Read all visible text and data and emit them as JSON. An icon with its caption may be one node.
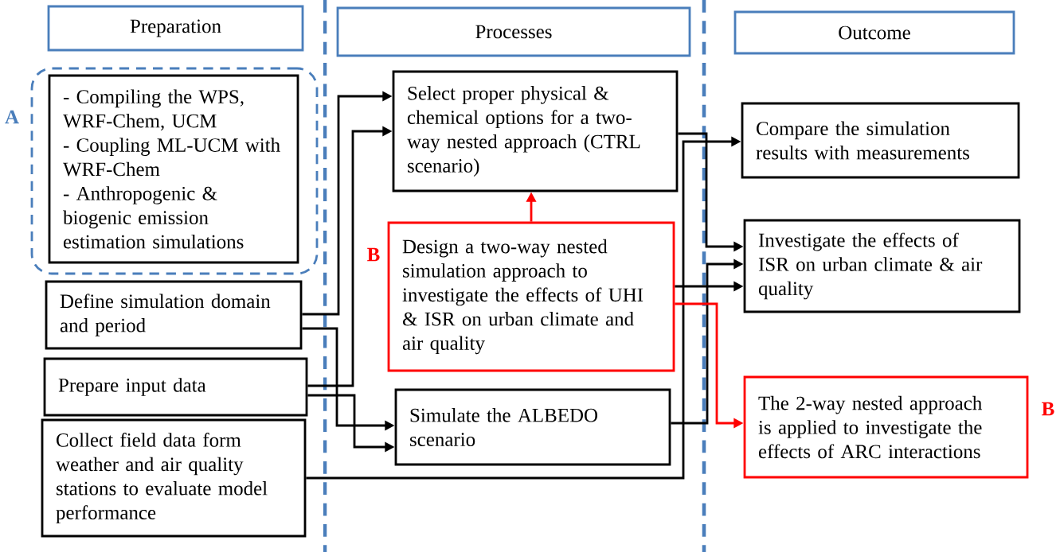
{
  "diagram": {
    "nodes": [
      {
        "text": [
          "Preparation"
        ]
      },
      {
        "text": [
          "Processes"
        ]
      },
      {
        "text": [
          "Outcome"
        ]
      },
      {
        "text": [],
        "shape": "box",
        "beside": [
          "A"
        ]
      },
      {
        "text": [
          "- Compiling the WPS, WRF-Chem, UCM",
          "- Coupling ML-UCM with WRF-Chem",
          "- Anthropogenic & biogenic emission estimation simulations"
        ],
        "in": 3
      },
      {
        "text": [
          "Define simulation domain and period"
        ]
      },
      {
        "text": [
          "Prepare input data"
        ]
      },
      {
        "text": [
          "Collect field data form weather and air quality stations to evaluate model performance"
        ]
      },
      {
        "text": [
          "Select proper physical & chemical options for a two-way nested approach (CTRL scenario)"
        ]
      },
      {
        "text": [
          "Design a two-way nested simulation approach to investigate the effects of UHI & ISR on urban climate and air quality"
        ],
        "beside": [
          "B"
        ]
      },
      {
        "text": [
          "Simulate the ALBEDO scenario"
        ]
      },
      {
        "text": [
          "Compare the simulation results with measurements"
        ]
      },
      {
        "text": [
          "Investigate the effects of ISR on urban climate & air quality"
        ]
      },
      {
        "text": [
          "The 2-way nested approach is applied to investigate the effects of ARC interactions"
        ],
        "beside": [
          "B"
        ]
      }
    ],
    "edges": [
      {
        "from": 5,
        "to": 8,
        "arrow": "to"
      },
      {
        "from": 5,
        "to": 10,
        "arrow": "to"
      },
      {
        "from": 6,
        "to": 8,
        "arrow": "to"
      },
      {
        "from": 6,
        "to": 10,
        "arrow": "to"
      },
      {
        "from": 7,
        "to": 11,
        "arrow": "to"
      },
      {
        "from": 8,
        "to": 12,
        "arrow": "to"
      },
      {
        "from": 10,
        "to": 12,
        "arrow": "to"
      },
      {
        "from": 9,
        "to": 12,
        "arrow": "to"
      },
      {
        "from": 9,
        "to": 13,
        "arrow": "to",
        "color": "#ff0000"
      },
      {
        "from": 9,
        "to": 8,
        "arrow": "to",
        "color": "#ff0000"
      }
    ]
  }
}
